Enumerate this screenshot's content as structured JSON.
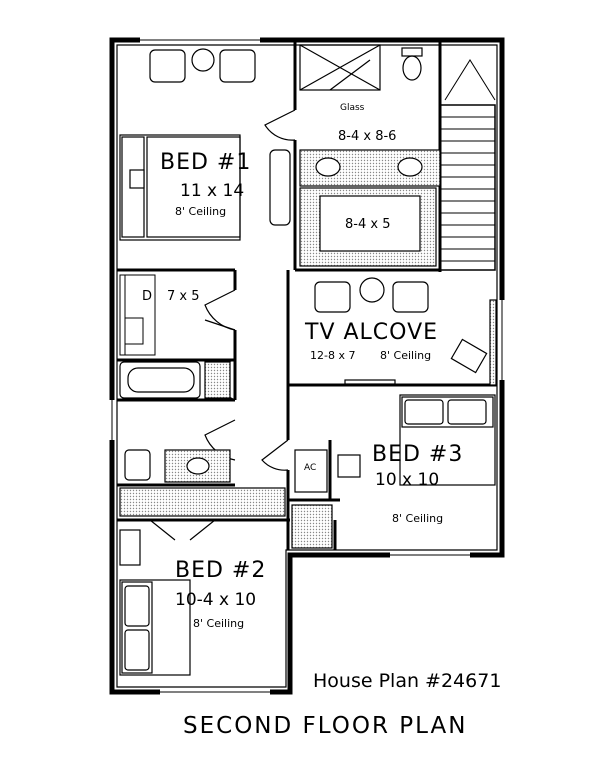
{
  "rooms": {
    "bed1": {
      "name": "BED #1",
      "size": "11 x 14",
      "ceiling": "8' Ceiling"
    },
    "bath_top": {
      "glass": "Glass",
      "size_a": "8-4 x 8-6",
      "size_b": "8-4 x 5"
    },
    "closet": {
      "label": "D",
      "size": "7 x 5"
    },
    "tv_alcove": {
      "name": "TV ALCOVE",
      "size": "12-8 x 7",
      "ceiling": "8' Ceiling"
    },
    "bed3": {
      "name": "BED #3",
      "size": "10 x 10",
      "ceiling": "8' Ceiling"
    },
    "ac": {
      "label": "AC"
    },
    "bed2": {
      "name": "BED #2",
      "size": "10-4 x 10",
      "ceiling": "8' Ceiling"
    }
  },
  "plan_number": "House Plan #24671",
  "title": "SECOND FLOOR PLAN"
}
